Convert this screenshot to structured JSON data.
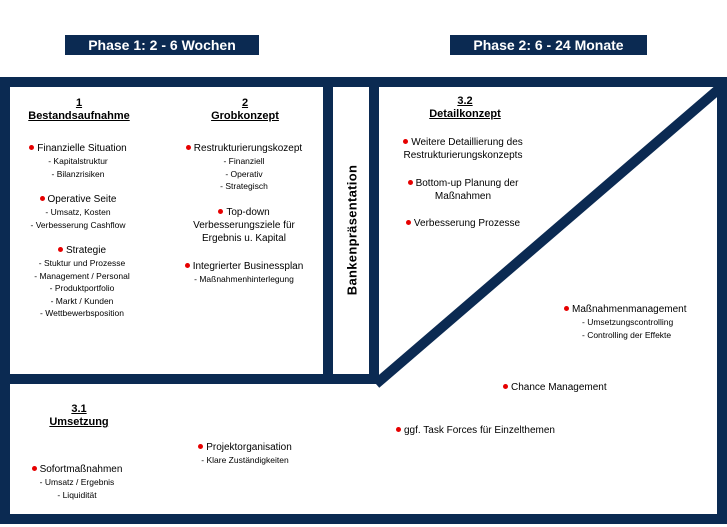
{
  "phases": {
    "phase1": "Phase 1: 2 - 6 Wochen",
    "phase2": "Phase 2: 6 - 24 Monate"
  },
  "colors": {
    "frame": "#0b2a52",
    "bullet": "#e60000"
  },
  "sections": {
    "s1": {
      "number": "1",
      "title": "Bestandsaufnahme",
      "items": [
        {
          "label": "Finanzielle Situation",
          "subs": [
            "- Kapitalstruktur",
            "- Bilanzrisiken"
          ]
        },
        {
          "label": "Operative Seite",
          "subs": [
            "- Umsatz, Kosten",
            "- Verbesserung Cashflow"
          ]
        },
        {
          "label": "Strategie",
          "subs": [
            "- Stuktur und Prozesse",
            "- Management / Personal",
            "- Produktportfolio",
            "- Markt / Kunden",
            "- Wettbewerbsposition"
          ]
        }
      ]
    },
    "s2": {
      "number": "2",
      "title": "Grobkonzept",
      "items": [
        {
          "label": "Restrukturierungskozept",
          "subs": [
            "- Finanziell",
            "- Operativ",
            "- Strategisch"
          ]
        },
        {
          "label_lines": [
            "Top-down",
            "Verbesserungsziele für",
            "Ergebnis u. Kapital"
          ]
        },
        {
          "label": "Integrierter Businessplan",
          "subs": [
            "- Maßnahmenhinterlegung"
          ]
        }
      ]
    },
    "bank": "Bankenpräsentation",
    "s32": {
      "number": "3.2",
      "title": "Detailkonzept",
      "items": [
        {
          "label_lines": [
            "Weitere Detaillierung des",
            "Restrukturierungskonzepts"
          ]
        },
        {
          "label_lines": [
            "Bottom-up Planung der",
            "Maßnahmen"
          ]
        },
        {
          "label": "Verbesserung Prozesse"
        }
      ]
    },
    "s31": {
      "number": "3.1",
      "title": "Umsetzung",
      "items": [
        {
          "label": "Sofortmaßnahmen",
          "subs": [
            "- Umsatz / Ergebnis",
            "- Liquidität"
          ]
        },
        {
          "label": "Projektorganisation",
          "subs": [
            "- Klare Zuständigkeiten"
          ]
        }
      ]
    },
    "right": {
      "items": [
        {
          "label": "Maßnahmenmanagement",
          "subs": [
            "- Umsetzungscontrolling",
            "- Controlling der Effekte"
          ]
        },
        {
          "label": "Chance Management"
        },
        {
          "label": "ggf. Task Forces für Einzelthemen"
        }
      ]
    }
  }
}
